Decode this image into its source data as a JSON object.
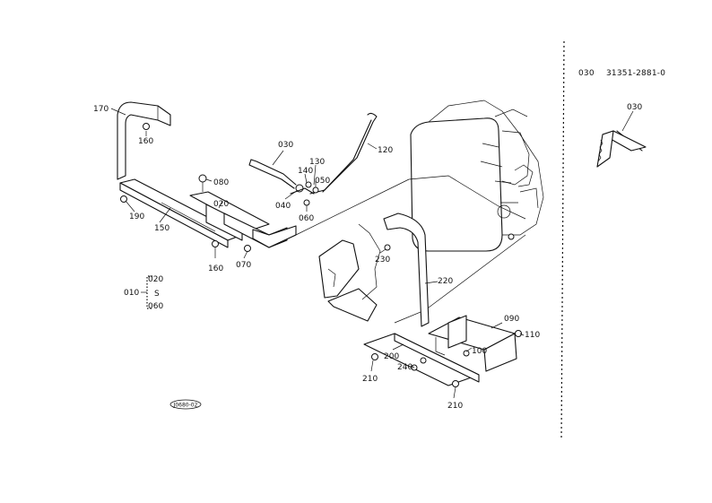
{
  "ref": {
    "code": "030",
    "part_number": "31351-2881-0"
  },
  "detail_label": "030",
  "stamp": "J0680-02",
  "group": {
    "id": "010",
    "top": "020",
    "mid": "S",
    "bottom": "060"
  },
  "callouts": {
    "c170": "170",
    "c160a": "160",
    "c190": "190",
    "c150": "150",
    "c160b": "160",
    "c070": "070",
    "c080": "080",
    "c020": "020",
    "c030": "030",
    "c040": "040",
    "c140": "140",
    "c130": "130",
    "c050": "050",
    "c060": "060",
    "c120": "120",
    "c230": "230",
    "c220": "220",
    "c090": "090",
    "c110": "110",
    "c100": "100",
    "c200": "200",
    "c240": "240",
    "c210a": "210",
    "c210b": "210"
  }
}
